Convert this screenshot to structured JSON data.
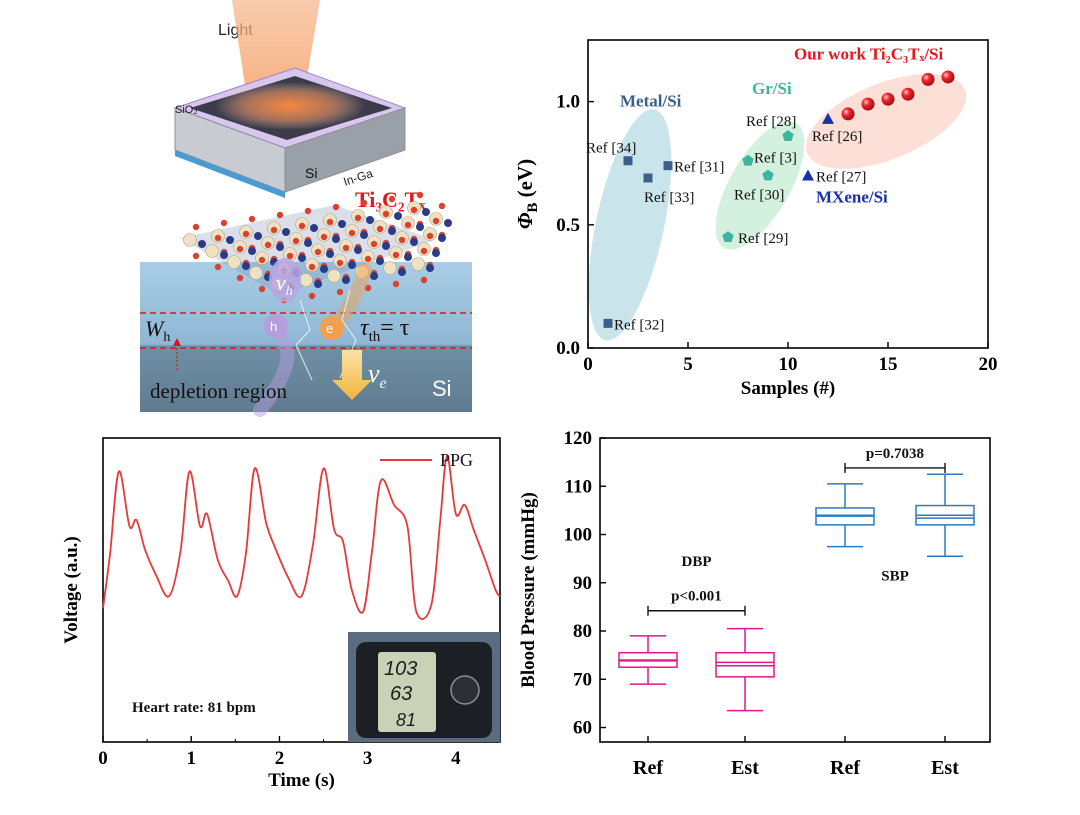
{
  "diagram": {
    "light_label": "Light",
    "sio2_label": "SiO₂",
    "si_top_label": "Si",
    "inga_label": "In-Ga",
    "material_label": "Ti₃C₂Tₓ",
    "vh_label": "v",
    "vh_sub": "h",
    "h_label": "h",
    "e_label": "e",
    "tau_label": "τ",
    "tau_sub": "th",
    "tau_eq": "= τ",
    "wh_label": "W",
    "wh_sub": "h",
    "depletion_label": "depletion region",
    "ve_label": "v",
    "ve_sub": "e",
    "si_label": "Si"
  },
  "chart_data": [
    {
      "type": "scatter",
      "ylabel": "Φ",
      "ylabel_sub": "B",
      "ylabel_unit": " (eV)",
      "xlabel": "Samples (#)",
      "xlim": [
        0,
        20
      ],
      "ylim": [
        0,
        1.25
      ],
      "xticks": [
        0,
        5,
        10,
        15,
        20
      ],
      "yticks": [
        0.0,
        0.5,
        1.0
      ],
      "ytick_labels": [
        "0.0",
        "0.5",
        "1.0"
      ],
      "groups": [
        {
          "name": "Metal/Si",
          "color": "#3a5f8a",
          "marker": "square",
          "points": [
            {
              "x": 2,
              "y": 0.76,
              "label": "Ref [34]"
            },
            {
              "x": 4,
              "y": 0.74,
              "label": "Ref [31]"
            },
            {
              "x": 3,
              "y": 0.69,
              "label": "Ref [33]"
            },
            {
              "x": 1,
              "y": 0.1,
              "label": "Ref [32]"
            }
          ]
        },
        {
          "name": "Gr/Si",
          "color": "#3cb5a0",
          "marker": "pentagon",
          "points": [
            {
              "x": 10,
              "y": 0.86,
              "label": "Ref [28]"
            },
            {
              "x": 8,
              "y": 0.76,
              "label": "Ref [3]"
            },
            {
              "x": 9,
              "y": 0.7,
              "label": "Ref [30]"
            },
            {
              "x": 7,
              "y": 0.45,
              "label": "Ref [29]"
            }
          ]
        },
        {
          "name": "MXene/Si",
          "color": "#1a2fa8",
          "marker": "triangle",
          "points": [
            {
              "x": 12,
              "y": 0.93,
              "label": "Ref [26]"
            },
            {
              "x": 11,
              "y": 0.7,
              "label": "Ref [27]"
            }
          ]
        },
        {
          "name": "Our work Ti₂C₃Tₓ/Si",
          "color": "#e8141e",
          "marker": "sphere",
          "points": [
            {
              "x": 13,
              "y": 0.95
            },
            {
              "x": 14,
              "y": 0.99
            },
            {
              "x": 15,
              "y": 1.01
            },
            {
              "x": 16,
              "y": 1.03
            },
            {
              "x": 17,
              "y": 1.09
            },
            {
              "x": 18,
              "y": 1.1
            }
          ]
        }
      ]
    },
    {
      "type": "line",
      "xlabel": "Time (s)",
      "ylabel": "Voltage (a.u.)",
      "xlim": [
        0,
        4.5
      ],
      "ylim": [
        0,
        1
      ],
      "xticks": [
        0,
        1,
        2,
        3,
        4
      ],
      "legend": "PPG",
      "color": "#e8393a",
      "annotation": "Heart rate: 81 bpm",
      "series": [
        {
          "name": "PPG",
          "x": [
            0.0,
            0.08,
            0.18,
            0.3,
            0.38,
            0.48,
            0.6,
            0.75,
            0.88,
            0.98,
            1.1,
            1.18,
            1.3,
            1.42,
            1.52,
            1.62,
            1.72,
            1.85,
            1.95,
            2.1,
            2.25,
            2.38,
            2.5,
            2.62,
            2.72,
            2.82,
            2.95,
            3.05,
            3.15,
            3.3,
            3.45,
            3.55,
            3.72,
            3.82,
            3.9,
            4.0,
            4.1,
            4.2,
            4.33,
            4.45,
            4.5
          ],
          "y": [
            0.44,
            0.62,
            0.89,
            0.71,
            0.73,
            0.63,
            0.55,
            0.48,
            0.63,
            0.89,
            0.71,
            0.75,
            0.6,
            0.53,
            0.48,
            0.62,
            0.9,
            0.72,
            0.64,
            0.54,
            0.48,
            0.65,
            0.9,
            0.7,
            0.66,
            0.5,
            0.43,
            0.63,
            0.86,
            0.78,
            0.71,
            0.43,
            0.45,
            0.72,
            0.94,
            0.75,
            0.78,
            0.7,
            0.6,
            0.5,
            0.48
          ]
        }
      ],
      "inset": {
        "readings": [
          "103",
          "63",
          "81"
        ]
      }
    },
    {
      "type": "boxplot",
      "ylabel": "Blood Pressure (mmHg)",
      "ylim": [
        57,
        120
      ],
      "yticks": [
        60,
        70,
        80,
        90,
        100,
        110,
        120
      ],
      "categories": [
        "Ref",
        "Est",
        "Ref",
        "Est"
      ],
      "groups": [
        {
          "name": "DBP",
          "color": "#e0188a",
          "p_label": "p<0.001"
        },
        {
          "name": "SBP",
          "color": "#2e7abf",
          "p_label": "p=0.7038"
        }
      ],
      "boxes": [
        {
          "category": "Ref",
          "group": "DBP",
          "min": 69,
          "q1": 72.5,
          "median": 74,
          "q3": 75.5,
          "max": 79,
          "mean": 73.8
        },
        {
          "category": "Est",
          "group": "DBP",
          "min": 63.5,
          "q1": 70.5,
          "median": 73.5,
          "q3": 75.5,
          "max": 80.5,
          "mean": 72.8
        },
        {
          "category": "Ref",
          "group": "SBP",
          "min": 97.5,
          "q1": 102,
          "median": 104,
          "q3": 105.5,
          "max": 110.5,
          "mean": 103.8
        },
        {
          "category": "Est",
          "group": "SBP",
          "min": 95.5,
          "q1": 102,
          "median": 104,
          "q3": 106,
          "max": 112.5,
          "mean": 103.4
        }
      ]
    }
  ]
}
